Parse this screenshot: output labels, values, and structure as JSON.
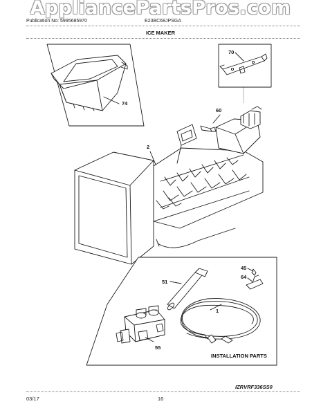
{
  "watermark": "AppliancePartsPros.com",
  "header": {
    "publication": "Publication No: 5995685970",
    "model": "E23BC68JPSGA"
  },
  "title": "ICE MAKER",
  "parts": [
    {
      "number": "74",
      "name": "ice-bucket"
    },
    {
      "number": "70",
      "name": "mounting-bracket"
    },
    {
      "number": "60",
      "name": "screw"
    },
    {
      "number": "2",
      "name": "ice-maker-assembly"
    },
    {
      "number": "45",
      "name": "screw"
    },
    {
      "number": "64",
      "name": "clamp"
    },
    {
      "number": "51",
      "name": "fill-tube"
    },
    {
      "number": "1",
      "name": "water-line"
    },
    {
      "number": "55",
      "name": "water-valve"
    }
  ],
  "installation_label": "INSTALLATION PARTS",
  "kit_code": "IZRVRF336SS0",
  "footer": {
    "date": "03/17",
    "page": "16"
  },
  "colors": {
    "line": "#1a1a1a",
    "fill": "#ffffff",
    "rule": "#777777"
  }
}
